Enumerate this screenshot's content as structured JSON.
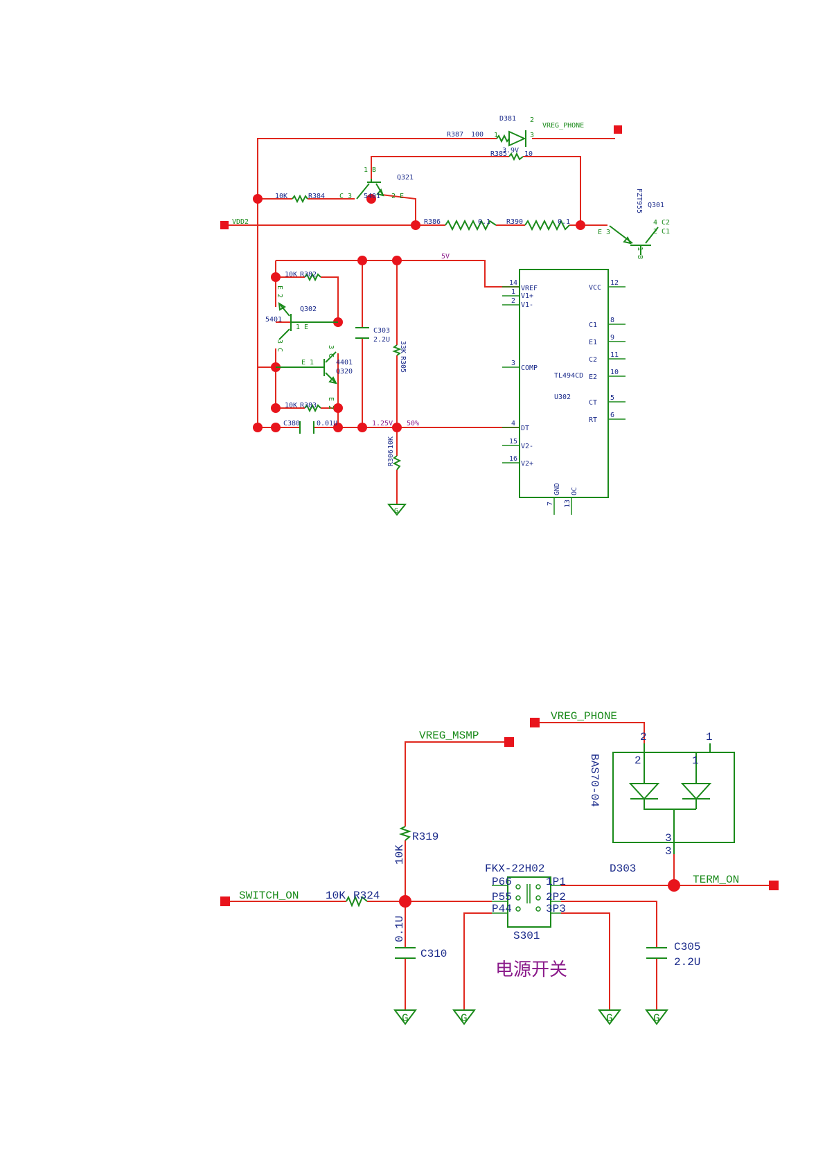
{
  "schematic_1": {
    "nets": {
      "vreg_phone": "VREG_PHONE",
      "vdd2": "VDD2",
      "v5": "5V",
      "v125": "1.25V",
      "p50": "50%"
    },
    "components": {
      "d381": {
        "ref": "D381",
        "value": "3.9V",
        "pin_a": "1",
        "pin_k": "3",
        "pin_x": "2"
      },
      "r387": {
        "ref": "R387",
        "value": "100"
      },
      "r385": {
        "ref": "R385",
        "value": "10"
      },
      "q321": {
        "ref": "Q321",
        "part": "5401",
        "pin1": "1 B",
        "pin2": "2 E",
        "pin3": "C 3"
      },
      "r384": {
        "ref": "R384",
        "value": "10K"
      },
      "r386": {
        "ref": "R386",
        "value": "0.1"
      },
      "r390": {
        "ref": "R390",
        "value": "0.1"
      },
      "q301": {
        "ref": "Q301",
        "part": "FZT955",
        "pin_e": "E 3",
        "pin_c2": "4 C2",
        "pin_c1": "2 C1",
        "pin_b": "1 B"
      },
      "r382": {
        "ref": "R382",
        "value": "10K"
      },
      "q302": {
        "ref": "Q302",
        "part": "5401",
        "pin_e": "1 E",
        "pin_top": "E 2",
        "pin_c": "3 C"
      },
      "q320": {
        "ref": "Q320",
        "part": "4401",
        "pin_e": "E 1",
        "pin_c": "3 C",
        "pin_b": "E 2"
      },
      "r383": {
        "ref": "R383",
        "value": "10K"
      },
      "c303": {
        "ref": "C303",
        "value": "2.2U"
      },
      "r305": {
        "ref": "R305",
        "value": "33K"
      },
      "c380": {
        "ref": "C380",
        "value": "0.01U"
      },
      "r306": {
        "ref": "R306",
        "value": "10K"
      },
      "gnd": "G"
    },
    "ic": {
      "ref": "U302",
      "part": "TL494CD",
      "left_pins": [
        {
          "num": "14",
          "name": "VREF"
        },
        {
          "num": "1",
          "name": "V1+"
        },
        {
          "num": "2",
          "name": "V1-"
        },
        {
          "num": "3",
          "name": "COMP"
        },
        {
          "num": "4",
          "name": "DT"
        },
        {
          "num": "15",
          "name": "V2-"
        },
        {
          "num": "16",
          "name": "V2+"
        }
      ],
      "right_pins": [
        {
          "num": "12",
          "name": "VCC"
        },
        {
          "num": "8",
          "name": "C1"
        },
        {
          "num": "9",
          "name": "E1"
        },
        {
          "num": "11",
          "name": "C2"
        },
        {
          "num": "10",
          "name": "E2"
        },
        {
          "num": "5",
          "name": "CT"
        },
        {
          "num": "6",
          "name": "RT"
        }
      ],
      "bottom_pins": [
        {
          "num": "7",
          "name": "GND"
        },
        {
          "num": "13",
          "name": "OC"
        }
      ]
    }
  },
  "schematic_2": {
    "nets": {
      "vreg_phone": "VREG_PHONE",
      "vreg_msmp": "VREG_MSMP",
      "switch_on": "SWITCH_ON",
      "term_on": "TERM_ON"
    },
    "components": {
      "d303": {
        "ref": "D303",
        "part": "BAS70-04",
        "pin1": "1",
        "pin2": "2",
        "pin3": "3"
      },
      "r319": {
        "ref": "R319",
        "value": "10K"
      },
      "r324": {
        "ref": "R324",
        "value": "10K"
      },
      "c310": {
        "ref": "C310",
        "value": "0.1U"
      },
      "c305": {
        "ref": "C305",
        "value": "2.2U"
      },
      "s301": {
        "ref": "S301",
        "part": "FKX-22H02",
        "left_pins": [
          "P66",
          "P55",
          "P44"
        ],
        "right_pins": [
          "1P1",
          "2P2",
          "3P3"
        ]
      },
      "gnd": "G"
    },
    "caption": "电源开关"
  },
  "colors": {
    "wire": "#e0281e",
    "junction": "#e8141c",
    "symbol": "#1a8a1a",
    "label": "#1a2a8a",
    "net_label": "#8a1a8a"
  }
}
